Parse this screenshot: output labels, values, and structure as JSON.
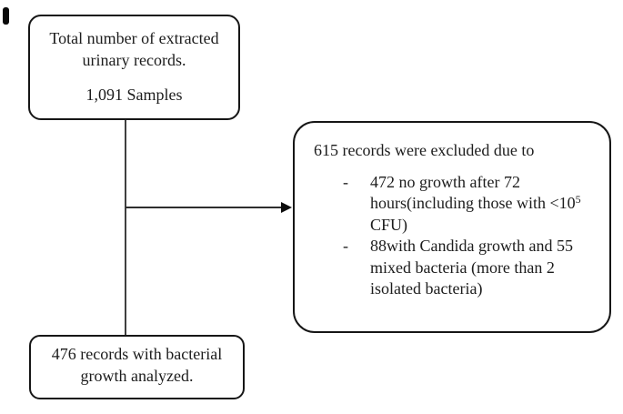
{
  "diagram": {
    "type": "flowchart",
    "boxes": {
      "total": {
        "line1": "Total number of extracted",
        "line2": "urinary records.",
        "samples": "1,091 Samples"
      },
      "excluded": {
        "heading": "615 records were excluded due to",
        "bullet_marker": "-",
        "bullets": [
          {
            "pre": "472 no growth after 72 hours(including those with <10",
            "sup": "5",
            "post": " CFU)"
          },
          {
            "pre": "88with Candida growth and 55 mixed bacteria (more than 2 isolated bacteria)",
            "sup": "",
            "post": ""
          }
        ]
      },
      "analyzed": {
        "line1": "476 records with bacterial",
        "line2": "growth analyzed."
      }
    },
    "colors": {
      "background": "#ffffff",
      "box_border": "#161616",
      "connector_line": "#3f3f3f",
      "arrowhead": "#0d0d0d",
      "text": "#1c1c1c"
    }
  }
}
